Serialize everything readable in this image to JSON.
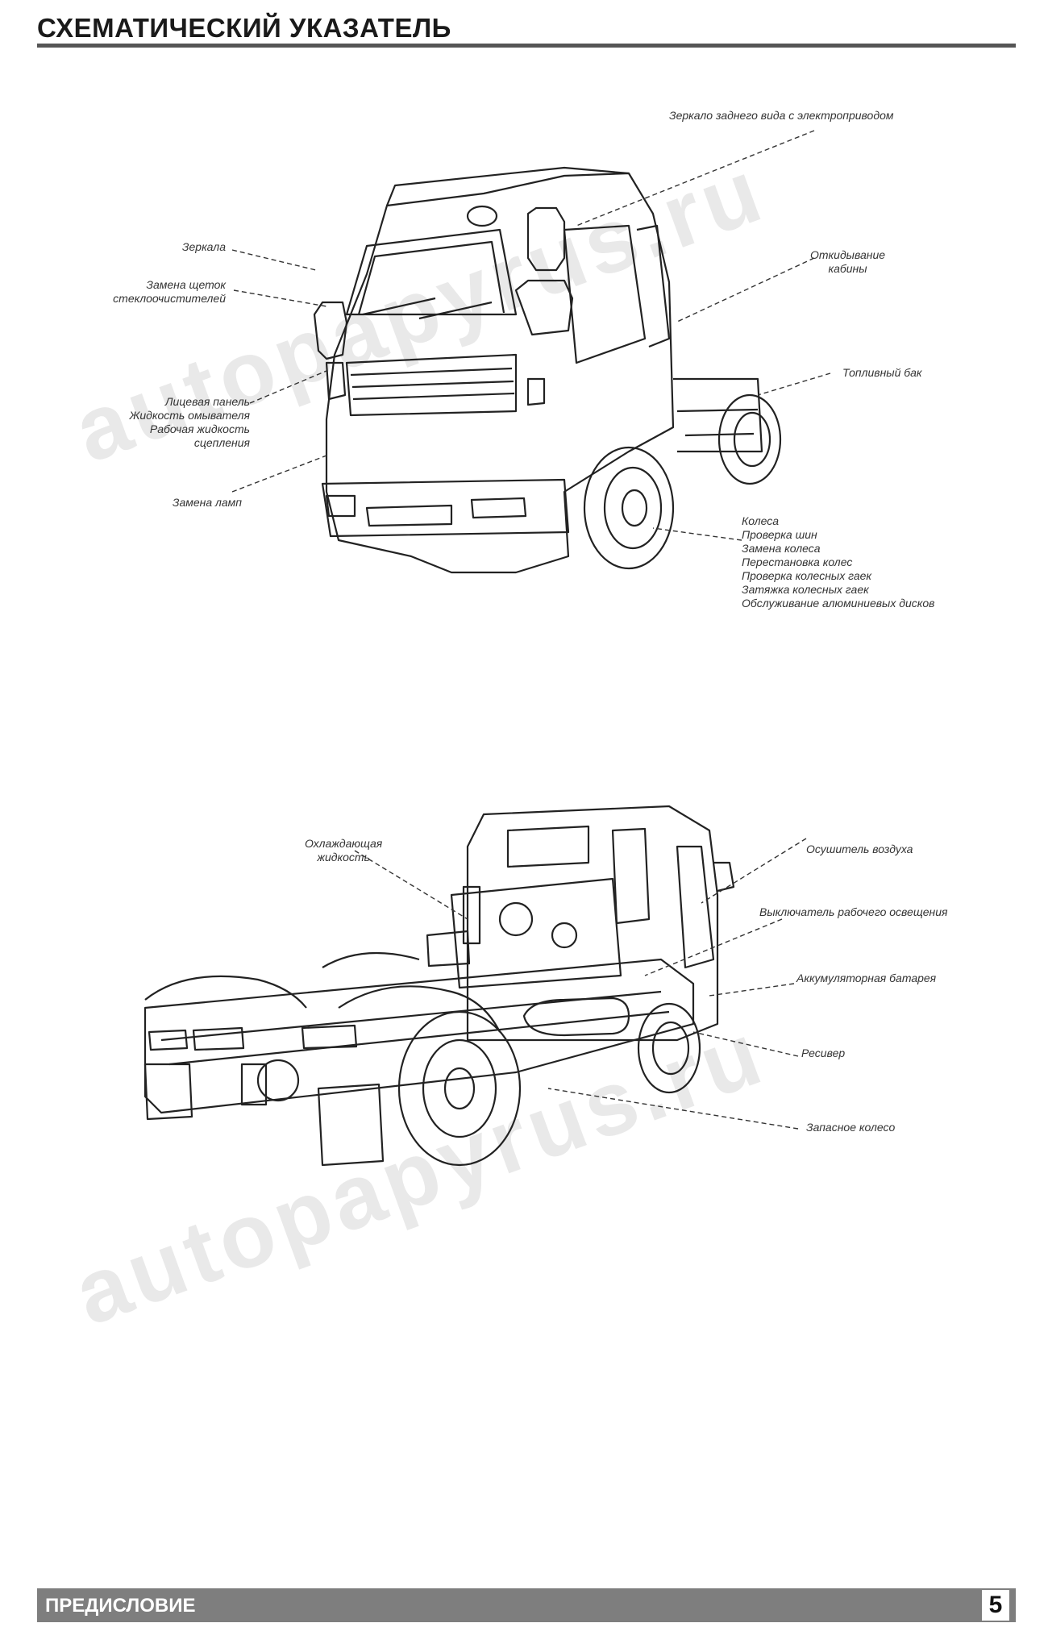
{
  "header": {
    "title": "СХЕМАТИЧЕСКИЙ УКАЗАТЕЛЬ"
  },
  "watermark": "autopapyrus.ru",
  "figure_top": {
    "labels": {
      "mirror_electric": "Зеркало заднего вида с электроприводом",
      "mirrors": "Зеркала",
      "wipers": "Замена щеток\nстеклоочистителей",
      "cab_tilt": "Откидывание\nкабины",
      "fuel_tank": "Топливный бак",
      "front_panel": "Лицевая панель\nЖидкость омывателя\nРабочая жидкость\nсцепления",
      "lamps": "Замена ламп",
      "wheels": "Колеса\nПроверка шин\nЗамена колеса\nПерестановка колес\nПроверка колесных гаек\nЗатяжка колесных гаек\nОбслуживание алюминиевых дисков"
    }
  },
  "figure_bottom": {
    "labels": {
      "coolant": "Охлаждающая\nжидкость",
      "air_dryer": "Осушитель воздуха",
      "work_light_switch": "Выключатель рабочего освещения",
      "battery": "Аккумуляторная батарея",
      "receiver": "Ресивер",
      "spare_wheel": "Запасное колесо"
    }
  },
  "footer": {
    "section": "ПРЕДИСЛОВИЕ",
    "page_number": "5"
  }
}
